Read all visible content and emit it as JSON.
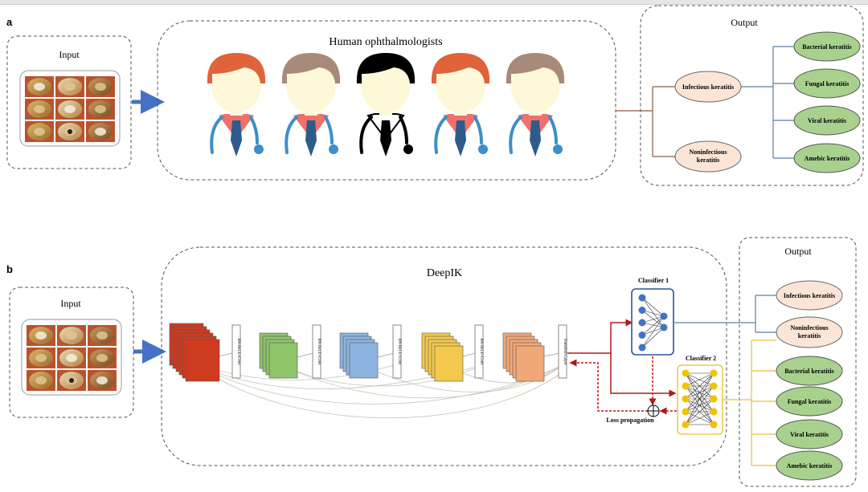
{
  "panel_a": {
    "label": "a",
    "input_title": "Input",
    "group_title": "Human ophthalmologists",
    "output_title": "Output",
    "nodes": {
      "infectious": "Infectious keratitis",
      "noninfectious_l1": "Noninfectious",
      "noninfectious_l2": "keratitis",
      "bacterial": "Bacterial keratitis",
      "fungal": "Fungal keratitis",
      "viral": "Viral keratitis",
      "amebic": "Amebic keratitis"
    },
    "doctor_hair_colors": [
      "#e0633a",
      "#a88a7a",
      "#000000",
      "#e0633a",
      "#a88a7a"
    ]
  },
  "panel_b": {
    "label": "b",
    "input_title": "Input",
    "model_title": "DeepIK",
    "output_title": "Output",
    "classifier1": "Classifier 1",
    "classifier2": "Classifier 2",
    "loss_label": "Loss propagation",
    "layer_labels": [
      "BN-ReLU-Conv",
      "BN-ReLU-Conv",
      "BN-ReLU-Conv",
      "BN-ReLU-Conv"
    ],
    "transition_label": "Transition Layer",
    "nodes": {
      "infectious": "Infectious keratitis",
      "noninfectious_l1": "Noninfectious",
      "noninfectious_l2": "keratitis",
      "bacterial": "Bacterial keratitis",
      "fungal": "Fungal keratitis",
      "viral": "Viral keratitis",
      "amebic": "Amebic keratitis"
    },
    "block_colors": [
      "#cf3b1f",
      "#8fc46b",
      "#8db4e0",
      "#f2c94c",
      "#f0a878"
    ]
  },
  "colors": {
    "infectious_fill": "#fbe5d6",
    "subtype_fill": "#a9d18e",
    "arrow_blue": "#4472c4",
    "tree_brown": "#8b5a3c",
    "tree_blue": "#5b7fa6",
    "classifier1_border": "#2f5597",
    "classifier2_border": "#f2c94c",
    "red_path": "#b01818",
    "yellow_tree": "#e6c23a"
  }
}
